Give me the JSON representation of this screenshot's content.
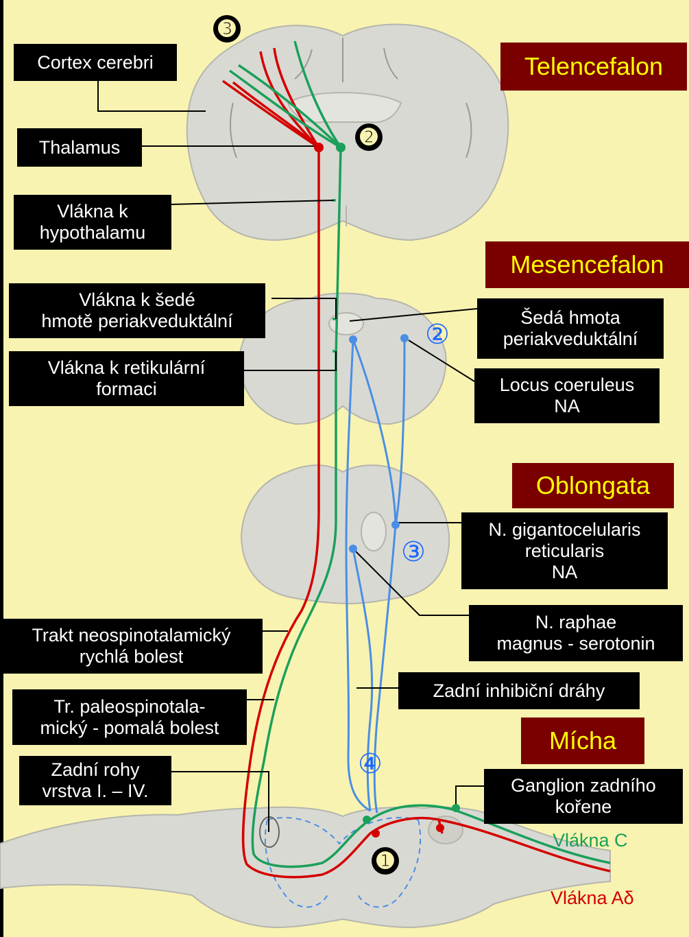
{
  "labels": {
    "cortex": "Cortex cerebri",
    "thalamus": "Thalamus",
    "hypo": [
      "Vlákna k",
      "hypothalamu"
    ],
    "pag_fibers": [
      "Vlákna k šedé",
      "hmotě periakveduktální"
    ],
    "ret_fibers": [
      "Vlákna k retikulární",
      "formaci"
    ],
    "pag": [
      "Šedá hmota",
      "periakveduktální"
    ],
    "lc": [
      "Locus coeruleus",
      "NA"
    ],
    "ngc": [
      "N. gigantocelularis",
      "reticularis",
      "NA"
    ],
    "raphe": [
      "N. raphae",
      "magnus - serotonin"
    ],
    "neo": [
      "Trakt neospinotalamický",
      "rychlá  bolest"
    ],
    "paleo": [
      "Tr. paleospinotala-",
      "mický - pomalá bolest"
    ],
    "inhib": "Zadní inhibiční dráhy",
    "horns": [
      "Zadní rohy",
      "vrstva I. – IV."
    ],
    "ganglion": [
      "Ganglion zadního",
      "kořene"
    ]
  },
  "regions": {
    "telencefalon": "Telencefalon",
    "mesencefalon": "Mesencefalon",
    "oblongata": "Oblongata",
    "micha": "Mícha"
  },
  "markers": {
    "black": [
      "➊",
      "➋",
      "➌"
    ],
    "blue": [
      "②",
      "③",
      "④"
    ]
  },
  "fibers": {
    "c": "Vlákna C",
    "ad": "Vlákna Aδ"
  },
  "colors": {
    "background": "#f8f3b0",
    "tissue": "#d9d9d3",
    "fiber_ad": "#d40000",
    "fiber_c": "#1aa05a",
    "inhibitory": "#4a8ee6",
    "region_box": "#7a0000",
    "region_text": "#ffff00"
  }
}
